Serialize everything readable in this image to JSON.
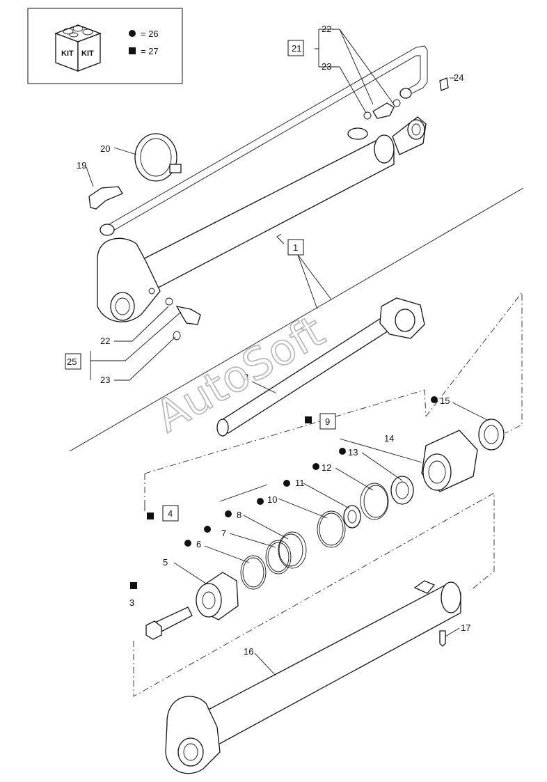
{
  "legend": {
    "kit_text": "KIT",
    "circle_text": "= 26",
    "square_text": "= 27"
  },
  "watermark": "AutoSoft",
  "callouts": {
    "c1": "1",
    "c2": "2",
    "c3": "3",
    "c4": "4",
    "c5": "5",
    "c6": "6",
    "c7": "7",
    "c8": "8",
    "c9": "9",
    "c10": "10",
    "c11": "11",
    "c12": "12",
    "c13": "13",
    "c14": "14",
    "c15": "15",
    "c16": "16",
    "c17": "17",
    "c19": "19",
    "c20": "20",
    "c21": "21",
    "c22": "22",
    "c23": "23",
    "c24": "24",
    "c25": "25"
  }
}
